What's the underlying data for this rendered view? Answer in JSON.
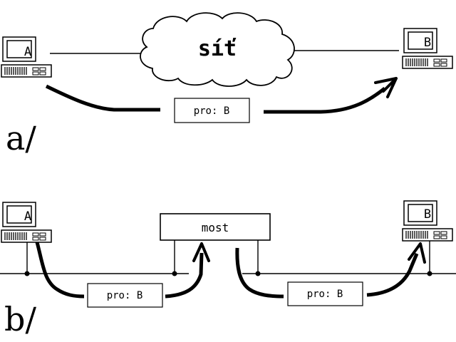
{
  "part_a": {
    "label": "a/",
    "cloud_label": "síť",
    "packet_label": "pro: B",
    "host_a_label": "A",
    "host_b_label": "B"
  },
  "part_b": {
    "label": "b/",
    "bridge_label": "most",
    "packet_left_label": "pro: B",
    "packet_right_label": "pro: B",
    "host_a_label": "A",
    "host_b_label": "B"
  }
}
